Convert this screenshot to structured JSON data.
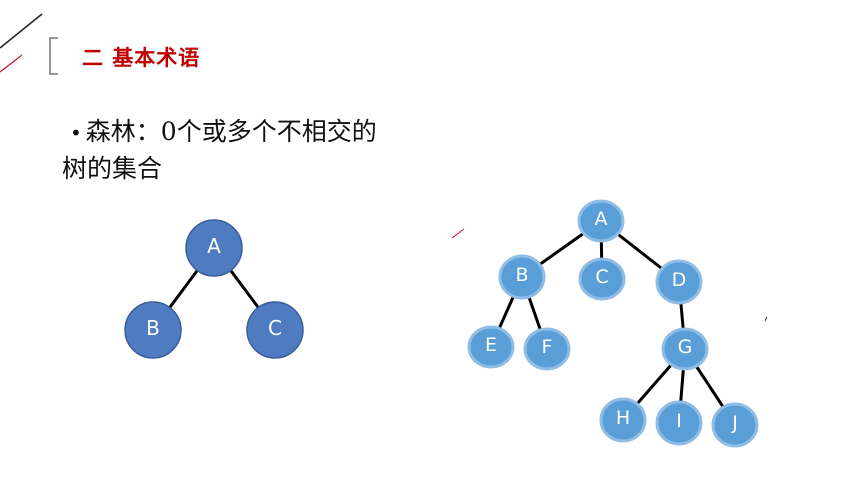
{
  "slide": {
    "section_title": "二 基本术语",
    "bullet_symbol": "•",
    "bullet_text": "森林：0个或多个不相交的树的集合"
  },
  "colors": {
    "title_red": "#c00000",
    "accent_red": "#c8102e",
    "node_dark_fill": "#4f7bc0",
    "node_dark_stroke": "#3a5f9a",
    "node_light_fill": "#5a9ed8",
    "node_light_stroke": "#8fbde6",
    "edge": "#000000"
  },
  "tree1": {
    "nodes": [
      {
        "id": "A",
        "label": "A"
      },
      {
        "id": "B",
        "label": "B"
      },
      {
        "id": "C",
        "label": "C"
      }
    ],
    "edges": [
      [
        "A",
        "B"
      ],
      [
        "A",
        "C"
      ]
    ]
  },
  "tree2": {
    "nodes": [
      {
        "id": "A",
        "label": "A"
      },
      {
        "id": "B",
        "label": "B"
      },
      {
        "id": "C",
        "label": "C"
      },
      {
        "id": "D",
        "label": "D"
      },
      {
        "id": "E",
        "label": "E"
      },
      {
        "id": "F",
        "label": "F"
      },
      {
        "id": "G",
        "label": "G"
      },
      {
        "id": "H",
        "label": "H"
      },
      {
        "id": "I",
        "label": "I"
      },
      {
        "id": "J",
        "label": "J"
      }
    ],
    "edges": [
      [
        "A",
        "B"
      ],
      [
        "A",
        "C"
      ],
      [
        "A",
        "D"
      ],
      [
        "B",
        "E"
      ],
      [
        "B",
        "F"
      ],
      [
        "D",
        "G"
      ],
      [
        "G",
        "H"
      ],
      [
        "G",
        "I"
      ],
      [
        "G",
        "J"
      ]
    ]
  }
}
